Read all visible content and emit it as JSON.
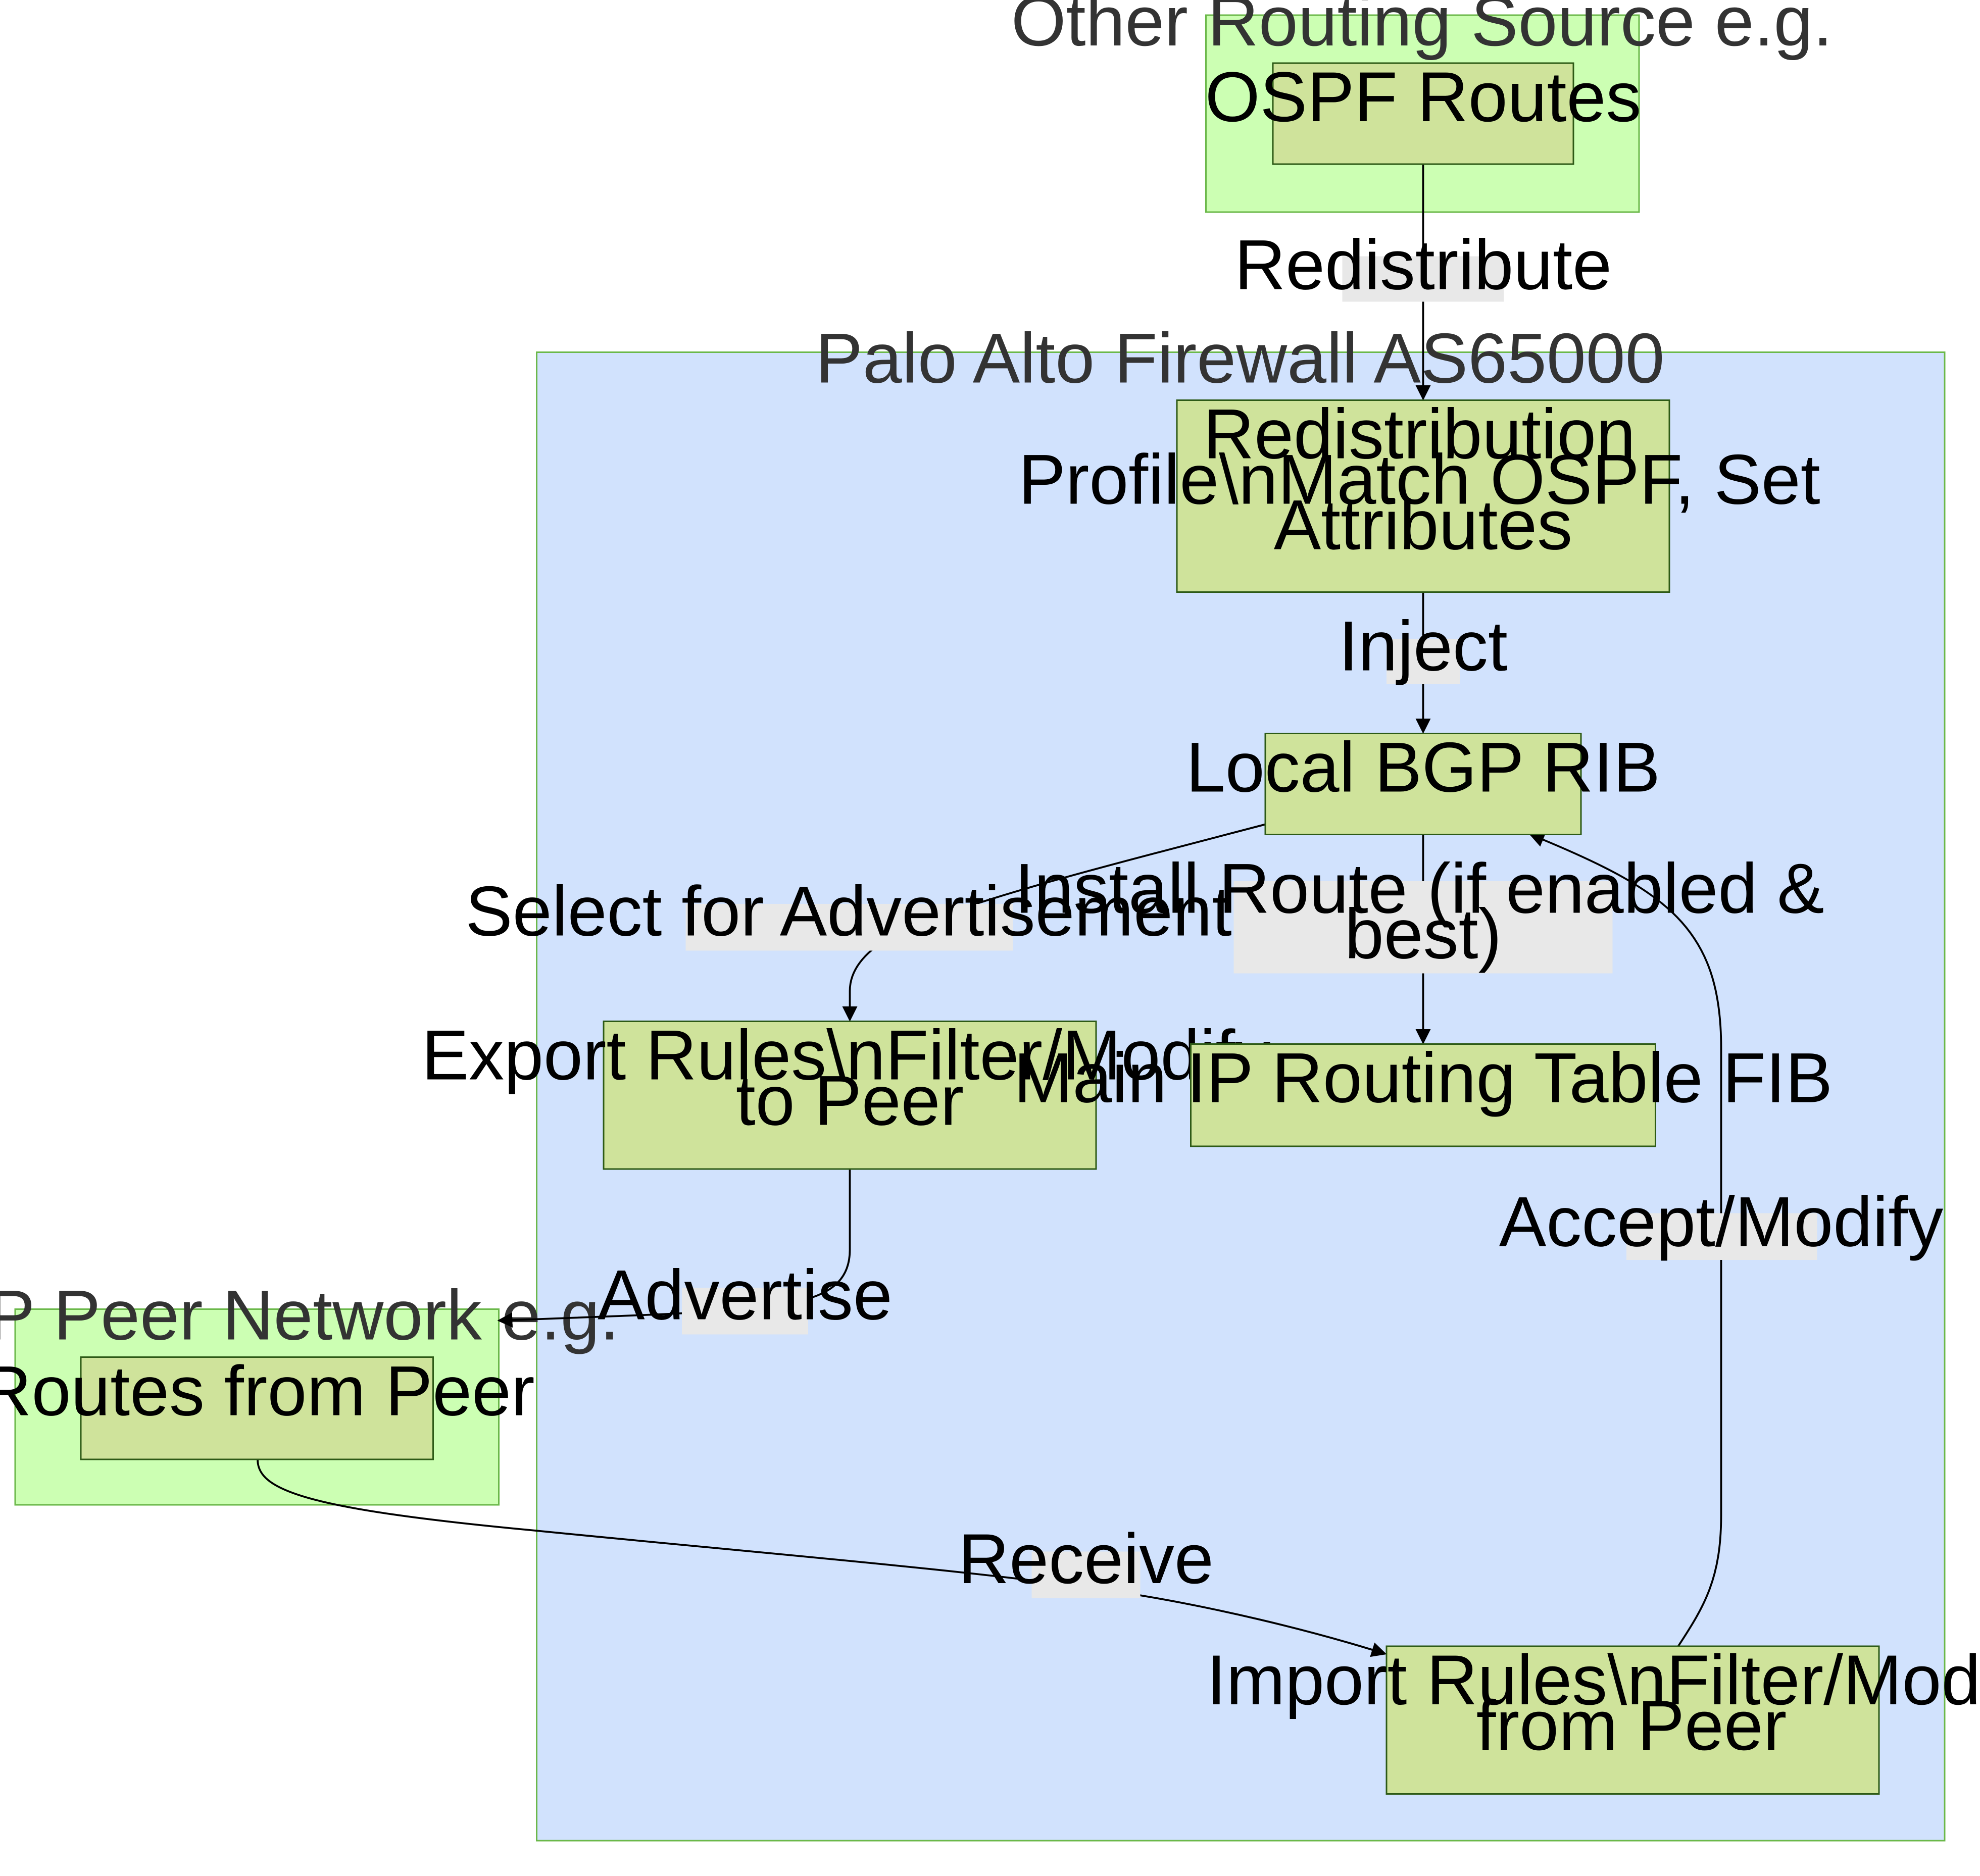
{
  "diagram": {
    "clusters": {
      "other_routing": {
        "title": "Other Routing Source e.g."
      },
      "firewall": {
        "title": "Palo Alto Firewall AS65000"
      },
      "bgp_peer": {
        "title": "BGP Peer Network e.g."
      }
    },
    "nodes": {
      "ospf_routes": {
        "lines": [
          "OSPF Routes"
        ]
      },
      "redistribution_profile": {
        "lines": [
          "Redistribution",
          "Profile\\nMatch OSPF, Set",
          "Attributes"
        ]
      },
      "local_bgp_rib": {
        "lines": [
          "Local BGP RIB"
        ]
      },
      "export_rules": {
        "lines": [
          "Export Rules\\nFilter/Modify",
          "to Peer"
        ]
      },
      "main_ip_routing_table": {
        "lines": [
          "Main IP Routing Table FIB"
        ]
      },
      "routes_from_peer": {
        "lines": [
          "Routes from Peer"
        ]
      },
      "import_rules": {
        "lines": [
          "Import Rules\\nFilter/Modify",
          "from Peer"
        ]
      }
    },
    "edges": {
      "redistribute": {
        "lines": [
          "Redistribute"
        ]
      },
      "inject": {
        "lines": [
          "Inject"
        ]
      },
      "select_for_advertisement": {
        "lines": [
          "Select for Advertisement"
        ]
      },
      "install_route": {
        "lines": [
          "Install Route (if enabled &",
          "best)"
        ]
      },
      "advertise": {
        "lines": [
          "Advertise"
        ]
      },
      "receive": {
        "lines": [
          "Receive"
        ]
      },
      "accept_modify": {
        "lines": [
          "Accept/Modify"
        ]
      }
    }
  },
  "colors": {
    "cluster_green_fill": "#ccffb3",
    "cluster_green_stroke": "#6bb84a",
    "cluster_blue_fill": "#d1e2fd",
    "cluster_blue_stroke": "#6bb84a",
    "node_fill": "#cfe39b",
    "node_stroke": "#2d5a16",
    "edge_label_bg": "#e8e8e8",
    "edge_stroke": "#000000"
  }
}
